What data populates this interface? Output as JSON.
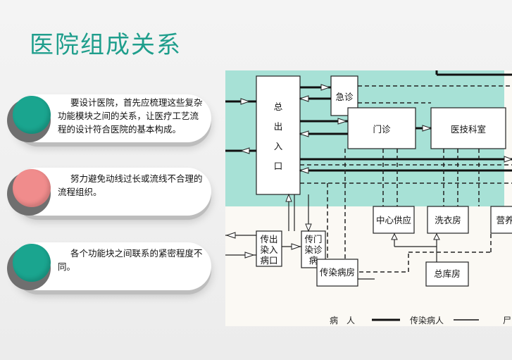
{
  "slide": {
    "title": "医院组成关系"
  },
  "cards": [
    {
      "color": "#1aa58f",
      "text": "要设计医院，首先应梳理这些复杂功能模块之间的关系，让医疗工艺流程的设计符合医院的基本构成。"
    },
    {
      "color": "#f08c8c",
      "text": "努力避免动线过长或流线不合理的流程组织。"
    },
    {
      "color": "#1aa58f",
      "text": "各个功能块之间联系的紧密程度不同。"
    }
  ],
  "diagram": {
    "highlight_color": "#a7e1d6",
    "nodes": {
      "entrance": [
        "总",
        "出",
        "入",
        "口"
      ],
      "emergency": "急诊",
      "outpatient": "门诊",
      "medtech": "医技科室",
      "supply": "中心供应",
      "laundry": "洗衣房",
      "nutrition": "营养",
      "infectious_entrance": [
        "传出",
        "染入",
        "病口"
      ],
      "infectious_clinic": [
        "传门",
        "染诊",
        "病"
      ],
      "infectious_ward": "传染病房",
      "storage": "总库房"
    },
    "legend": {
      "patient": "病　人",
      "infectious_patient": "传染病人",
      "corpse": "尸"
    }
  }
}
